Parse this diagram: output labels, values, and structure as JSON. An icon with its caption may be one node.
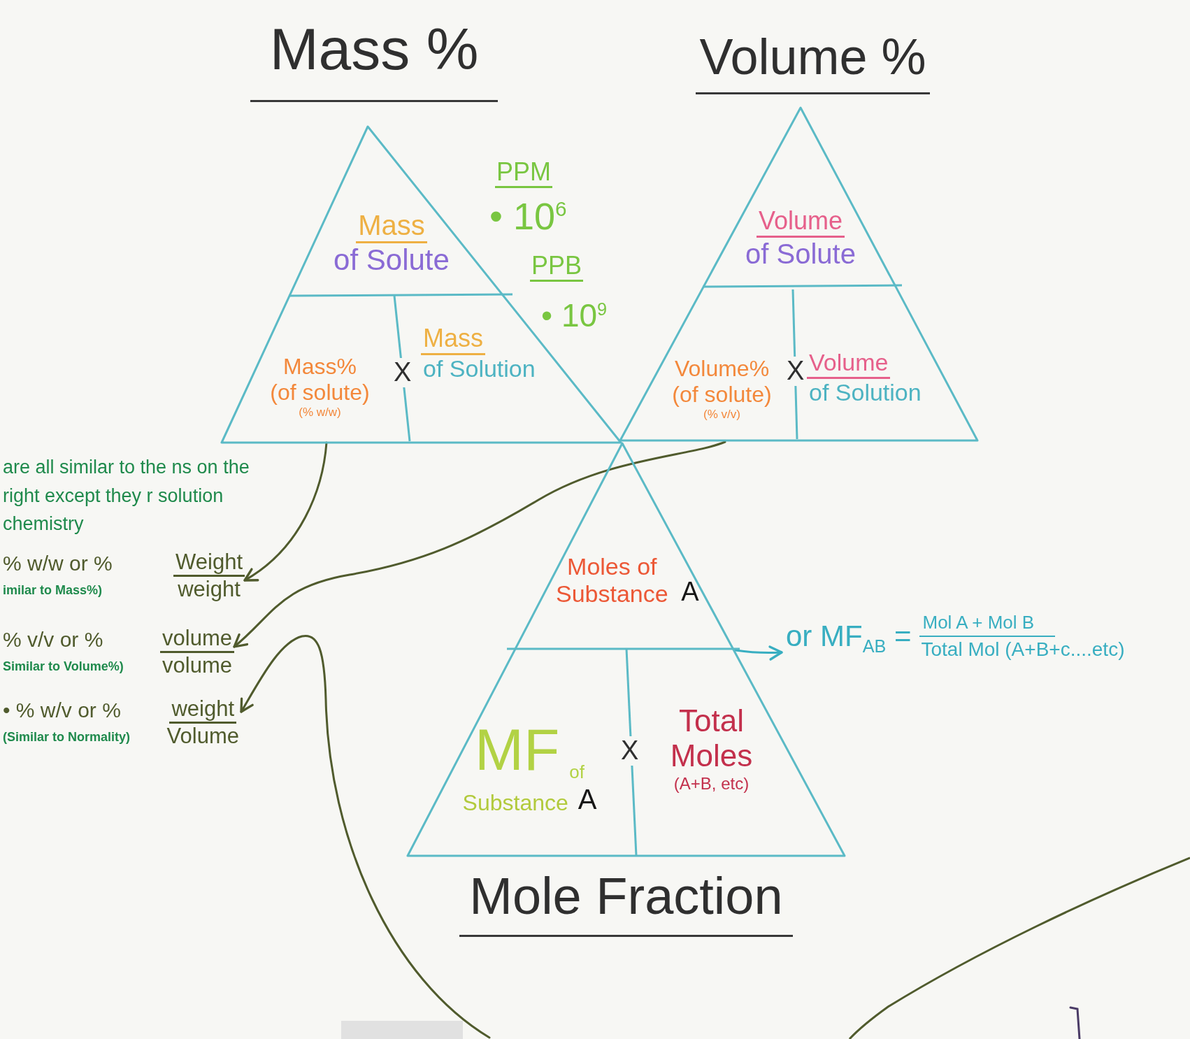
{
  "diagram": {
    "nodes": [
      {
        "text": [
          "Mass %"
        ]
      },
      {
        "text": [
          "Mass",
          "of Solute"
        ],
        "in": 0
      },
      {
        "text": [
          "Mass% (of solute)",
          "(% w/w)"
        ],
        "in": 0
      },
      {
        "text": [
          "Mass",
          "of Solution"
        ],
        "in": 0
      },
      {
        "text": [
          "Volume %"
        ]
      },
      {
        "text": [
          "Volume",
          "of Solute"
        ],
        "in": 4
      },
      {
        "text": [
          "Volume% (of solute)",
          "(% v/v)"
        ],
        "in": 4
      },
      {
        "text": [
          "Volume",
          "of Solution"
        ],
        "in": 4
      },
      {
        "text": [
          "are all similar to the ns on the right except they r solution chemistry"
        ]
      },
      {
        "text": [
          "% w/w or %",
          "Weight",
          "weight",
          "imilar to Mass%)"
        ]
      },
      {
        "text": [
          "% v/v or %",
          "volume",
          "volume",
          "Similar to Volume%)"
        ]
      },
      {
        "text": [
          "• % w/v or %",
          "weight",
          "Volume",
          "(Similar to Normality)"
        ]
      },
      {
        "text": [
          "Mole Fraction"
        ]
      },
      {
        "text": [
          "Moles of Substance",
          "A"
        ],
        "in": 12
      },
      {
        "text": [
          "MF",
          "of",
          "Substance",
          "A"
        ],
        "in": 12
      },
      {
        "text": [
          "Total Moles",
          "(A+B, etc)"
        ],
        "in": 12
      },
      {
        "text": [
          "or MF$_{AB}$ =",
          "Mol A + Mol B",
          "Total Mol (A+B+c....etc)"
        ]
      }
    ],
    "edges": [
      {
        "from": 2,
        "to": 9,
        "arrow": "to"
      },
      {
        "from": 6,
        "to": 10,
        "arrow": "to"
      },
      {
        "from": null,
        "to": 11,
        "arrow": "to"
      },
      {
        "from": 12,
        "to": 16,
        "arrow": "to",
        "color": "#38aec1"
      }
    ],
    "labels": [
      "PPM",
      "• 10$^{6}$",
      "PPB",
      "• 10$^{9}$",
      "X",
      "X",
      "X"
    ]
  }
}
